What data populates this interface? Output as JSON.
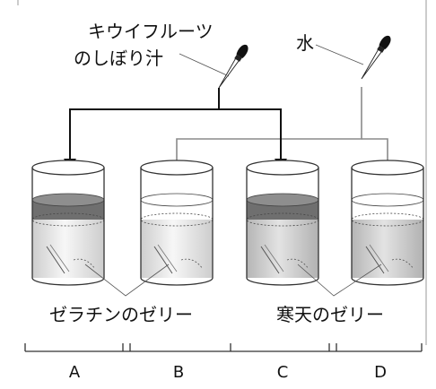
{
  "labels": {
    "kiwi_juice": [
      "キウイフルーツ",
      "のしぼり汁"
    ],
    "water": "水",
    "gelatin_jelly": "ゼラチンのゼリー",
    "agar_jelly": "寒天のゼリー"
  },
  "cups": [
    {
      "id": "A",
      "label": "A",
      "jelly": "gelatin",
      "liquid": "kiwi_juice"
    },
    {
      "id": "B",
      "label": "B",
      "jelly": "gelatin",
      "liquid": "water"
    },
    {
      "id": "C",
      "label": "C",
      "jelly": "agar",
      "liquid": "kiwi_juice"
    },
    {
      "id": "D",
      "label": "D",
      "jelly": "agar",
      "liquid": "water"
    }
  ],
  "colors": {
    "kiwi_line": "#111111",
    "water_line": "#8a8a8a",
    "kiwi_layer": "#7a7a7a",
    "water_layer": "#ffffff"
  }
}
